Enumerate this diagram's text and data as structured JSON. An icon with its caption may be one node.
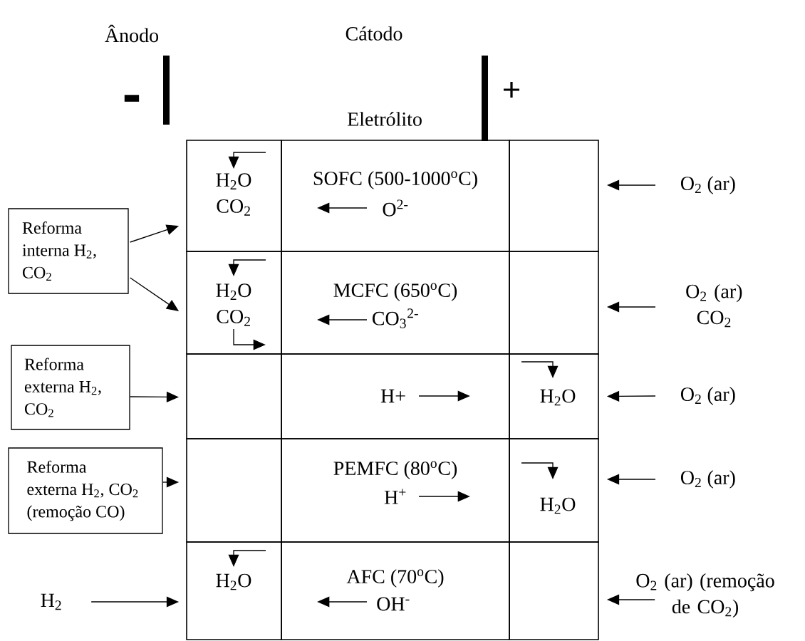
{
  "diagram": {
    "nodes": [
      {
        "text": [
          "H$_{2}$O CO$_{2}$"
        ]
      },
      {
        "text": [
          "SOFC (500-1000$^{o}$C)",
          "O$^{2-}$"
        ]
      },
      {
        "text": [],
        "shape": "box"
      },
      {
        "text": [
          "H$_{2}$O CO$_{2}$"
        ]
      },
      {
        "text": [
          "MCFC (650$^{o}$C)",
          "CO$_{3}$$^{2-}$"
        ]
      },
      {
        "text": [],
        "shape": "box"
      },
      {
        "text": [],
        "shape": "box"
      },
      {
        "text": [
          "H+"
        ]
      },
      {
        "text": [
          "H$_{2}$O"
        ]
      },
      {
        "text": [],
        "shape": "box"
      },
      {
        "text": [
          "PEMFC (80$^{o}$C)",
          "H$^{+}$"
        ]
      },
      {
        "text": [
          "H$_{2}$O"
        ]
      },
      {
        "text": [
          "H$_{2}$O"
        ]
      },
      {
        "text": [
          "AFC (70$^{o}$C)",
          "OH$^{-}$"
        ]
      },
      {
        "text": [],
        "shape": "box"
      },
      {
        "text": [
          "Reforma interna H$_{2}$, CO$_{2}$"
        ]
      },
      {
        "text": [
          "Reforma externa H$_{2}$, CO$_{2}$"
        ]
      },
      {
        "text": [
          "Reforma externa H$_{2}$, CO$_{2}$ (remoção CO)"
        ]
      },
      {
        "text": [
          "H$_{2}$"
        ]
      },
      {
        "text": [
          "O$_{2}$ (ar)"
        ]
      },
      {
        "text": [
          "O$_{2}$ (ar) CO$_{2}$"
        ]
      },
      {
        "text": [
          "O$_{2}$ (ar)"
        ]
      },
      {
        "text": [
          "O$_{2}$ (ar)"
        ]
      },
      {
        "text": [
          "O$_{2}$ (ar) (remoção de CO$_{2}$)"
        ]
      }
    ],
    "edges": [
      {
        "from": 15,
        "to": 0,
        "arrow": "to"
      },
      {
        "from": 15,
        "to": 3,
        "arrow": "to"
      },
      {
        "from": 16,
        "to": 6,
        "arrow": "to"
      },
      {
        "from": 17,
        "to": 9,
        "arrow": "to"
      },
      {
        "from": 18,
        "to": 12,
        "arrow": "to"
      },
      {
        "from": 19,
        "to": 2,
        "arrow": "to"
      },
      {
        "from": 20,
        "to": 5,
        "arrow": "to"
      },
      {
        "from": 21,
        "to": 8,
        "arrow": "to"
      },
      {
        "from": 22,
        "to": 11,
        "arrow": "to"
      },
      {
        "from": 23,
        "to": 14,
        "arrow": "to"
      }
    ],
    "labels": [
      "Ânodo",
      "Cátodo",
      "-",
      "+",
      "Eletrólito"
    ]
  }
}
